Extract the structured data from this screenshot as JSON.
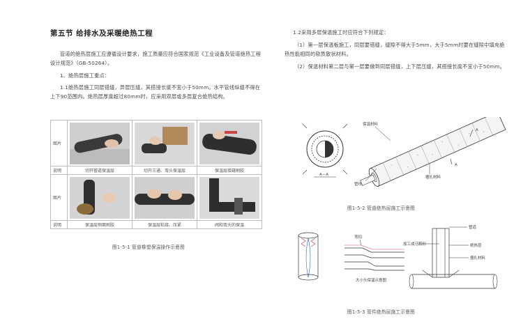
{
  "left": {
    "section_title": "第五节  给排水及采暖绝热工程",
    "para1": "管道的绝热层施工应遵循设计要求，施工质量应符合国家规范《工业设备及管道绝热工程设计规范》（GB-50264）。",
    "para2": "1、绝热层施工重点：",
    "para3": "1.1绝热层施工同层错缝，异层压缝，其搭接长度不宜小于50mm。水平管线纵缝不得在上下90范围内。绝热层厚度超过80mm时，应采用双层或多层复合绝热结构。",
    "table": {
      "row_pic_label": "图片",
      "row_cap_label": "说明",
      "captions_row1": [
        "切开管道保温层",
        "切开三通、弯头保温层",
        "保温层接缝刷胶"
      ],
      "captions_row2": [
        "保温层侧面刷胶",
        "保温层粘接、压紧",
        "阀和弯头的保温"
      ]
    },
    "fig1_caption": "图1-5-1 管道橡塑保温操作示意图"
  },
  "right": {
    "para1": "1.2采用多层保温施工时应符合下列规定：",
    "para2": "（1）第一层保温板施工，同层要错缝，缝隙不得大于5mm，大于5mm时要在缝隙中填充绝热性能相同的软质散状材料。",
    "para3": "（2）保温材料第二层与第一层要做到同层错缝，上下层压缝，其搭接长度不宜小于50mm。",
    "fig2": {
      "label_insulation": "保温材料",
      "label_a1": "A",
      "label_a2": "A",
      "label_section": "A—A",
      "label_pipe": "管线",
      "label_binding": "捆扎材料",
      "caption": "图1-5-2 管道绝热层施工示意图"
    },
    "fig3": {
      "label_fold": "弯扣",
      "label_section_title": "大小头保温示意图",
      "label_pipe": "管道",
      "label_layer": "加工成马鞍形",
      "label_insul": "绝热层",
      "label_bind": "捆扎材料",
      "caption": "图1-5-3 管件绝热层施工示意图"
    }
  }
}
